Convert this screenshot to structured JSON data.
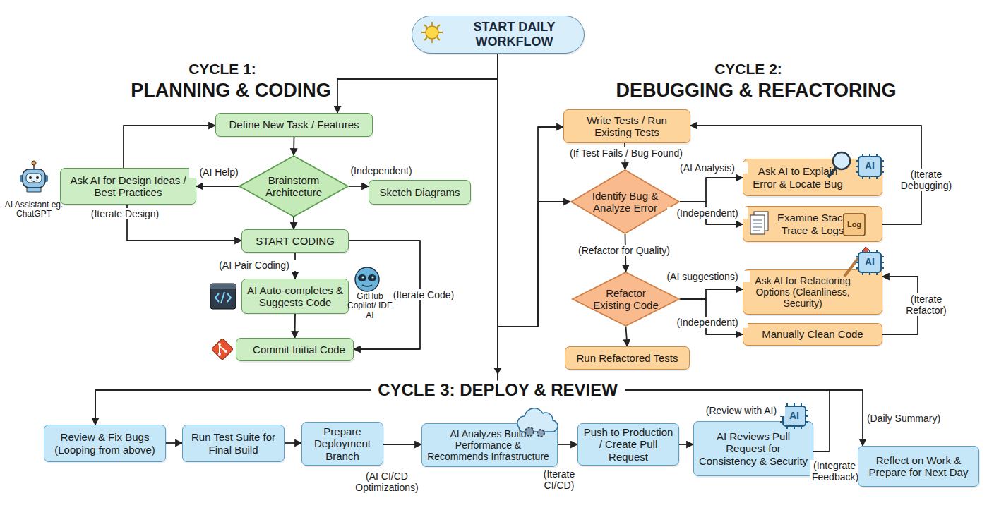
{
  "diagram": {
    "nodes": [
      {
        "text": [
          "START DAILY WORKFLOW"
        ]
      },
      {
        "text": [
          "Define New Task / Features"
        ]
      },
      {
        "text": [
          "Brainstorm Architecture"
        ]
      },
      {
        "text": [
          "Ask AI for Design Ideas / Best Practices"
        ]
      },
      {
        "text": [
          "Sketch Diagrams"
        ]
      },
      {
        "text": [
          "START CODING"
        ]
      },
      {
        "text": [
          "AI Auto-completes & Suggests Code"
        ]
      },
      {
        "text": [
          "Commit Initial Code"
        ]
      },
      {
        "text": [
          "Write Tests / Run Existing Tests"
        ]
      },
      {
        "text": [
          "Identify Bug & Analyze Error"
        ]
      },
      {
        "text": [
          "Ask AI to Explain Error & Locate Bug"
        ]
      },
      {
        "text": [
          "Examine Stack Trace & Logs"
        ]
      },
      {
        "text": [
          "Refactor Existing Code"
        ]
      },
      {
        "text": [
          "Ask AI for Refactoring Options (Cleanliness, Security)"
        ]
      },
      {
        "text": [
          "Manually Clean Code"
        ]
      },
      {
        "text": [
          "Run Refactored Tests"
        ]
      },
      {
        "text": [
          "Review & Fix Bugs (Looping from above)"
        ]
      },
      {
        "text": [
          "Run Test Suite for Final Build"
        ]
      },
      {
        "text": [
          "Prepare Deployment Branch"
        ]
      },
      {
        "text": [
          "AI Analyzes Build Performance & Recommends Infrastructure"
        ]
      },
      {
        "text": [
          "Push to Production / Create Pull Request"
        ]
      },
      {
        "text": [
          "AI Reviews Pull Request for Consistency & Security"
        ]
      },
      {
        "text": [
          "Reflect on Work & Prepare for Next Day"
        ]
      }
    ],
    "edges": [
      {
        "from": 0,
        "to": 1,
        "arrow": "to"
      },
      {
        "from": 0,
        "to": 8,
        "arrow": "to"
      },
      {
        "from": 0,
        "to": 9,
        "arrow": "to"
      },
      {
        "from": 0,
        "to": 16,
        "arrow": "to"
      },
      {
        "from": 0,
        "to": 22,
        "label": "(Daily Summary)",
        "arrow": "to"
      },
      {
        "from": 1,
        "to": 2,
        "arrow": "to"
      },
      {
        "from": 2,
        "to": 3,
        "label": "(AI Help)",
        "arrow": "to"
      },
      {
        "from": 2,
        "to": 4,
        "label": "(Independent)",
        "arrow": "to"
      },
      {
        "from": 3,
        "to": 1,
        "arrow": "to"
      },
      {
        "from": 3,
        "to": 5,
        "label": "(Iterate Design)",
        "arrow": "to"
      },
      {
        "from": 2,
        "to": 5,
        "arrow": "to"
      },
      {
        "from": 5,
        "to": 6,
        "label": "(AI Pair Coding)",
        "arrow": "to"
      },
      {
        "from": 6,
        "to": 7,
        "arrow": "to"
      },
      {
        "from": 5,
        "to": 7,
        "label": "(Iterate Code)",
        "arrow": "to"
      },
      {
        "from": 8,
        "to": 9,
        "label": "(If Test Fails / Bug Found)",
        "arrow": "to"
      },
      {
        "from": 9,
        "to": 10,
        "label": "(AI Analysis)",
        "arrow": "to"
      },
      {
        "from": 9,
        "to": 11,
        "label": "(Independent)",
        "arrow": "to"
      },
      {
        "from": 11,
        "to": 8,
        "label": "(Iterate Debugging)",
        "arrow": "to"
      },
      {
        "from": 9,
        "to": 12,
        "label": "(Refactor for Quality)",
        "arrow": "to"
      },
      {
        "from": 12,
        "to": 13,
        "label": "(AI suggestions)",
        "arrow": "to"
      },
      {
        "from": 12,
        "to": 14,
        "label": "(Independent)",
        "arrow": "to"
      },
      {
        "from": 14,
        "to": 13,
        "label": "(Iterate Refactor)",
        "arrow": "to"
      },
      {
        "from": 12,
        "to": 15,
        "arrow": "to"
      },
      {
        "from": 16,
        "to": 17,
        "arrow": "to"
      },
      {
        "from": 17,
        "to": 18,
        "arrow": "to"
      },
      {
        "from": 18,
        "to": 19,
        "label": "(AI CI/CD Optimizations)",
        "arrow": "to"
      },
      {
        "from": 19,
        "to": 20,
        "label": "(Iterate CI/CD)",
        "arrow": "to"
      },
      {
        "from": 20,
        "to": 21,
        "label": "(Review with AI)",
        "arrow": "to"
      },
      {
        "from": 21,
        "to": 16,
        "label": "(Integrate Feedback)",
        "arrow": "to"
      }
    ],
    "labels": [
      "CYCLE 1:",
      "PLANNING & CODING",
      "CYCLE 2:",
      "DEBUGGING & REFACTORING",
      "CYCLE 3: DEPLOY & REVIEW",
      "AI Assistant eg. ChatGPT",
      "GitHub Copilot/ IDE AI",
      "AI",
      "AI",
      "Log",
      "AI"
    ]
  }
}
